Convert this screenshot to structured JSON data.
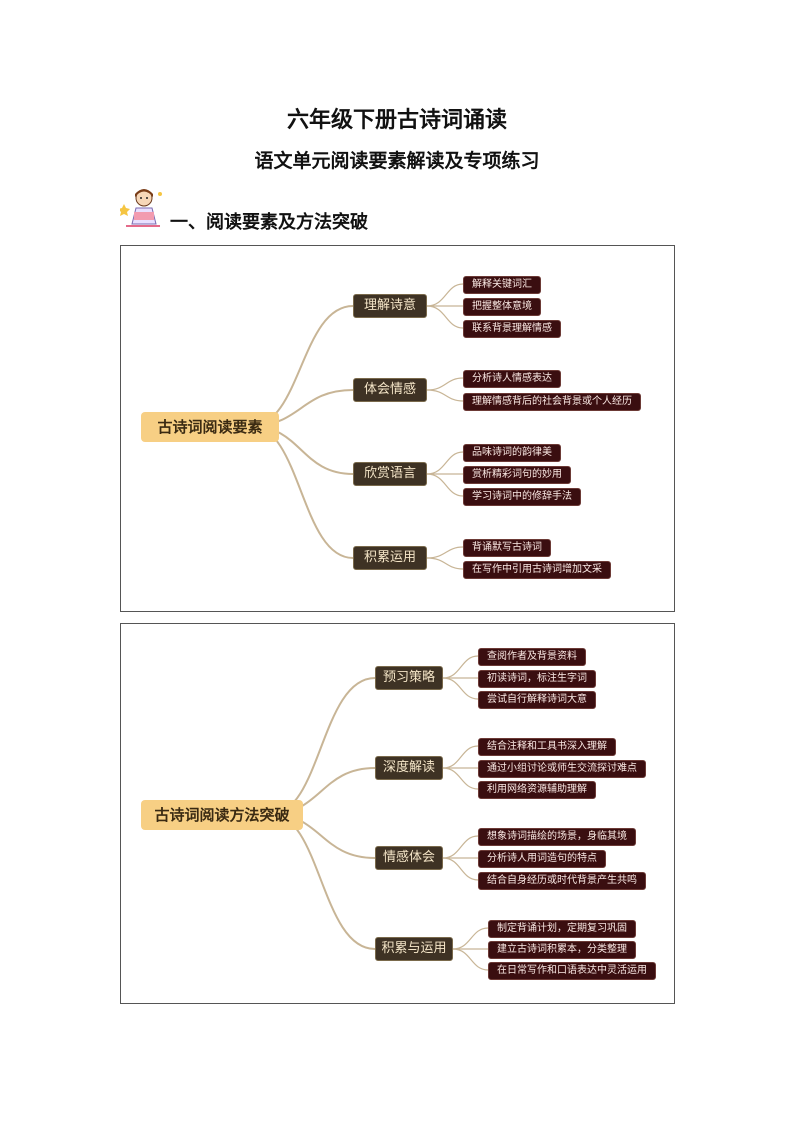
{
  "header": {
    "title": "六年级下册古诗词诵读",
    "subtitle": "语文单元阅读要素解读及专项练习",
    "section": "一、阅读要素及方法突破"
  },
  "map1": {
    "root": "古诗词阅读要素",
    "branches": [
      {
        "label": "理解诗意",
        "leaves": [
          "解释关键词汇",
          "把握整体意境",
          "联系背景理解情感"
        ]
      },
      {
        "label": "体会情感",
        "leaves": [
          "分析诗人情感表达",
          "理解情感背后的社会背景或个人经历"
        ]
      },
      {
        "label": "欣赏语言",
        "leaves": [
          "品味诗词的韵律美",
          "赏析精彩词句的妙用",
          "学习诗词中的修辞手法"
        ]
      },
      {
        "label": "积累运用",
        "leaves": [
          "背诵默写古诗词",
          "在写作中引用古诗词增加文采"
        ]
      }
    ]
  },
  "map2": {
    "root": "古诗词阅读方法突破",
    "branches": [
      {
        "label": "预习策略",
        "leaves": [
          "查阅作者及背景资料",
          "初读诗词，标注生字词",
          "尝试自行解释诗词大意"
        ]
      },
      {
        "label": "深度解读",
        "leaves": [
          "结合注释和工具书深入理解",
          "通过小组讨论或师生交流探讨难点",
          "利用网络资源辅助理解"
        ]
      },
      {
        "label": "情感体会",
        "leaves": [
          "想象诗词描绘的场景，身临其境",
          "分析诗人用词造句的特点",
          "结合自身经历或时代背景产生共鸣"
        ]
      },
      {
        "label": "积累与运用",
        "leaves": [
          "制定背诵计划，定期复习巩固",
          "建立古诗词积累本，分类整理",
          "在日常写作和口语表达中灵活运用"
        ]
      }
    ]
  },
  "colors": {
    "root_bg": "#f7cf84",
    "branch_bg": "#3e3224",
    "leaf_bg": "#3a0e10",
    "line": "#c8b596"
  }
}
